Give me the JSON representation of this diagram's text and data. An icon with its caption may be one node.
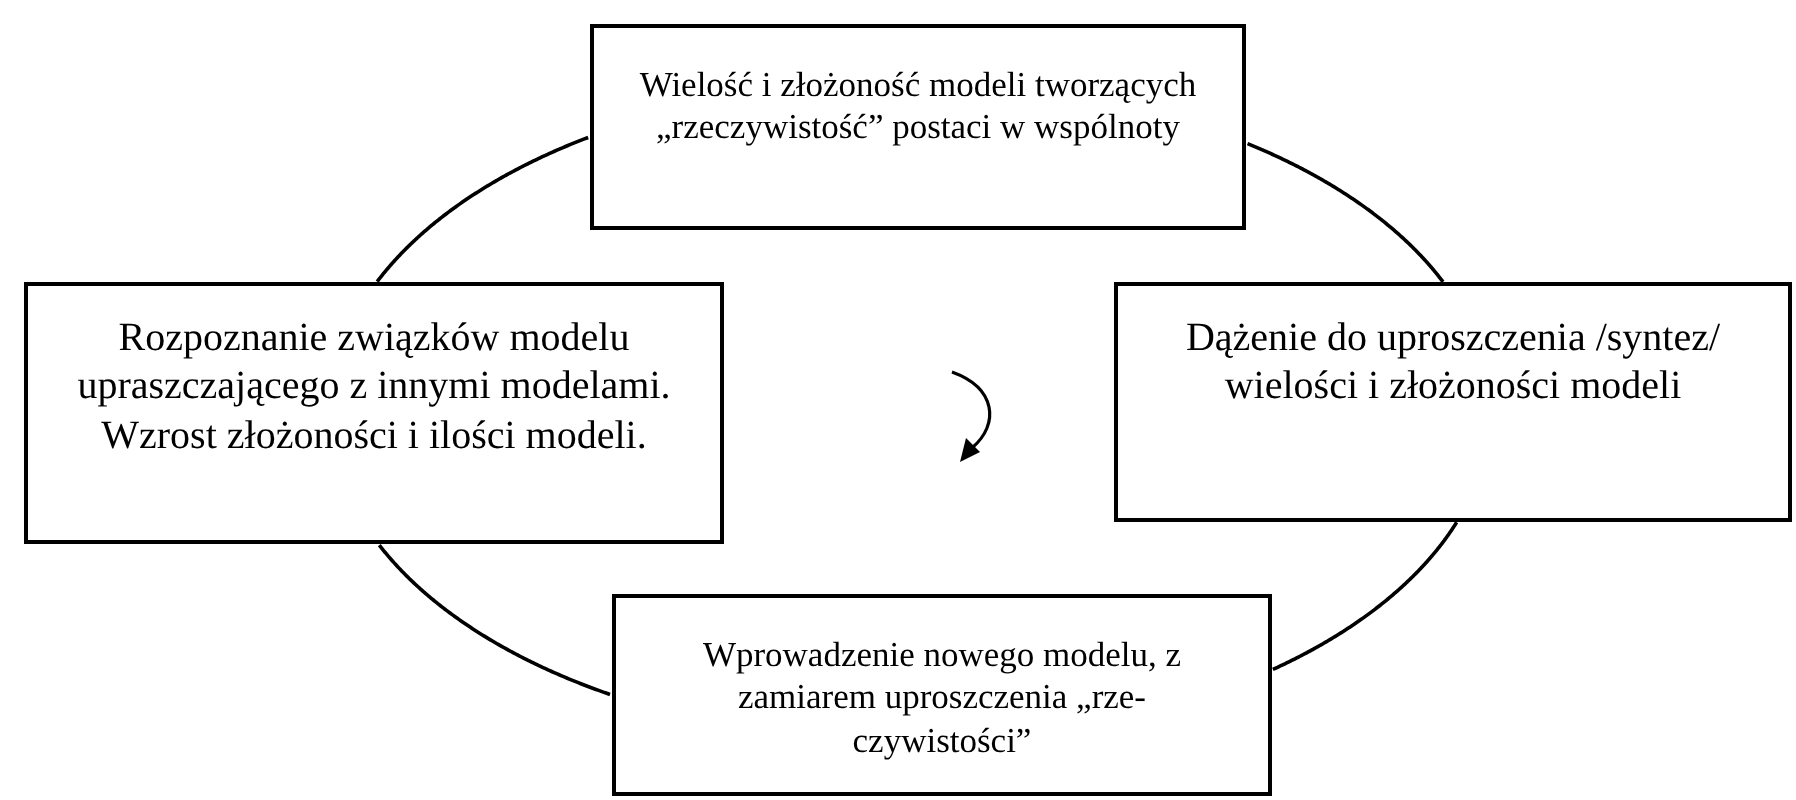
{
  "diagram": {
    "nodes": [
      {
        "text": [
          "Wielość i złożoność modeli tworzących „rzeczywistość” postaci w wspólnoty"
        ]
      },
      {
        "text": [
          "Rozpoznanie związków modelu upraszczającego z innymi modelami. Wzrost złożoności i ilości modeli."
        ]
      },
      {
        "text": [
          "Dążenie do uproszczenia /syntez/ wielości i złożoności modeli"
        ]
      },
      {
        "text": [
          "Wprowadzenie nowego modelu, z zamiarem uproszczenia „rze-czywistości”"
        ]
      }
    ],
    "edges": [
      {
        "from": 0,
        "to": 2,
        "arrow": "none"
      },
      {
        "from": 2,
        "to": 3,
        "arrow": "none"
      },
      {
        "from": 3,
        "to": 1,
        "arrow": "none"
      },
      {
        "from": 1,
        "to": 0,
        "arrow": "none"
      }
    ]
  }
}
